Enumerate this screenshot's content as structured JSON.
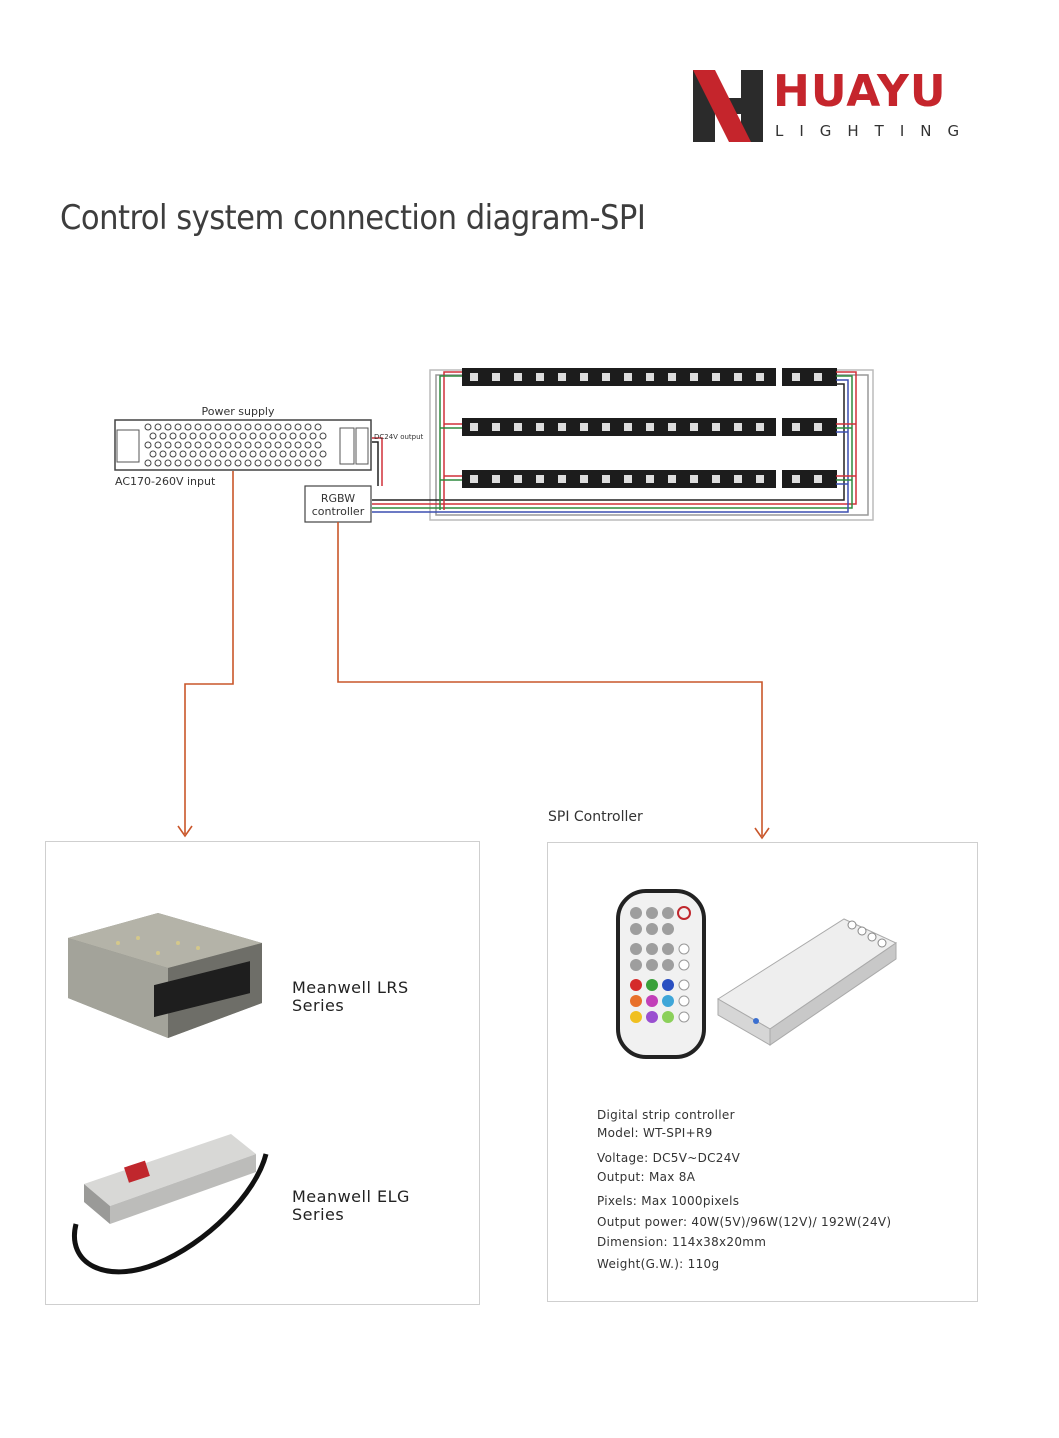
{
  "brand": {
    "name": "HUAYU",
    "sub": "LIGHTING"
  },
  "page_title": "Control system connection diagram-SPI",
  "diagram": {
    "power_supply_label": "Power supply",
    "input_label": "AC170-260V input",
    "output_label": "DC24V output",
    "controller_label_1": "RGBW",
    "controller_label_2": "controller"
  },
  "spi_heading": "SPI Controller",
  "power_options": [
    {
      "line1": "Meanwell LRS",
      "line2": "Series"
    },
    {
      "line1": "Meanwell ELG",
      "line2": "Series"
    }
  ],
  "controller_specs": [
    "Digital strip controller",
    "Model: WT-SPI+R9",
    "Voltage: DC5V~DC24V",
    "Output: Max 8A",
    "Pixels: Max 1000pixels",
    "Output power: 40W(5V)/96W(12V)/ 192W(24V)",
    "Dimension: 114x38x20mm",
    "Weight(G.W.): 110g"
  ],
  "colors": {
    "brand_red": "#c5252c",
    "arrow_orange": "#c9562a",
    "wire_red": "#d0313a",
    "wire_green": "#2f8a3e",
    "wire_blue": "#3b4fb0",
    "wire_black": "#222222"
  }
}
